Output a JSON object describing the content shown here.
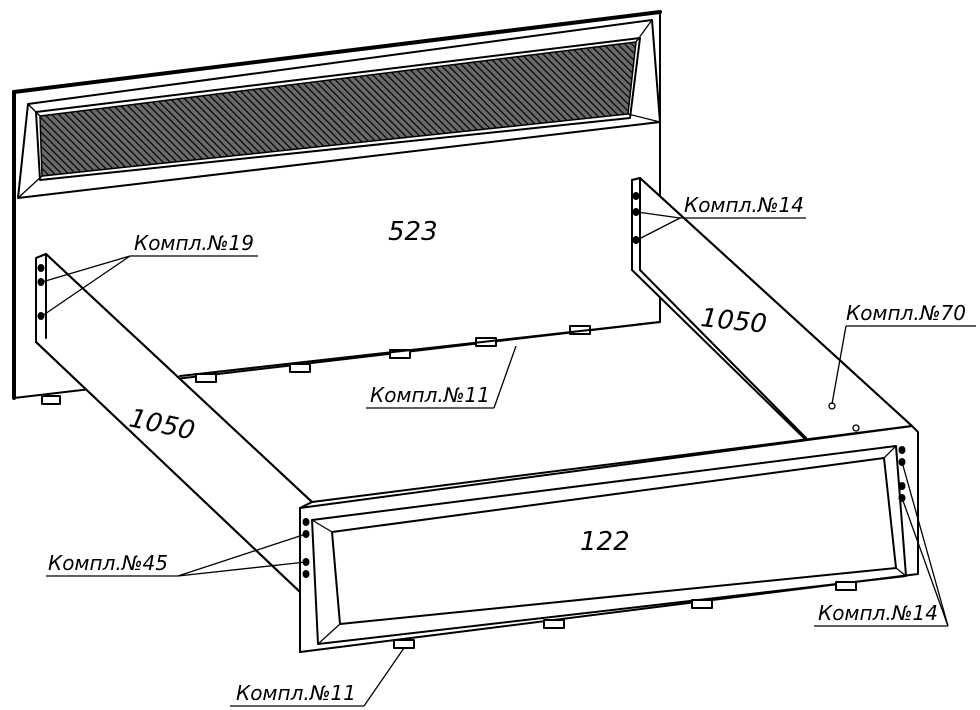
{
  "diagram": {
    "panels": {
      "headboard_number": "523",
      "footboard_number": "122",
      "side_length_left": "1050",
      "side_length_right": "1050"
    },
    "callouts": {
      "kit_19": "Компл.№19",
      "kit_14_top": "Компл.№14",
      "kit_70": "Компл.№70",
      "kit_11_center": "Компл.№11",
      "kit_45": "Компл.№45",
      "kit_14_bottom": "Компл.№14",
      "kit_11_bottom": "Компл.№11"
    }
  }
}
